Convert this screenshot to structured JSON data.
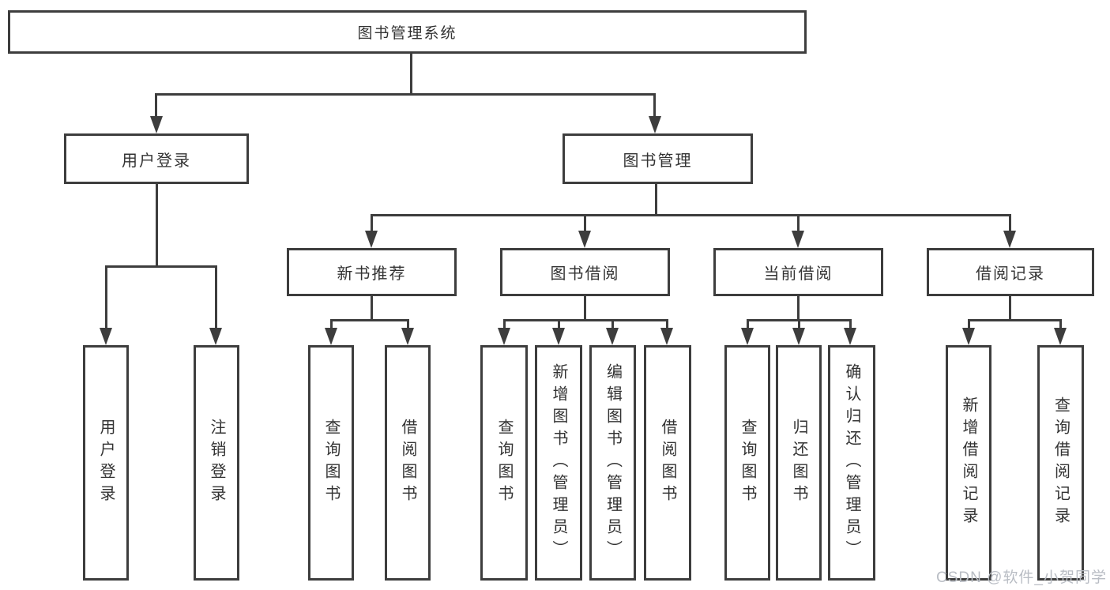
{
  "diagram": {
    "root": {
      "label": "图书管理系统"
    },
    "level2": [
      {
        "id": "user-login",
        "label": "用户登录"
      },
      {
        "id": "book-management",
        "label": "图书管理"
      }
    ],
    "level3": [
      {
        "id": "new-book-recommend",
        "parent": "图书管理",
        "label": "新书推荐"
      },
      {
        "id": "book-borrow",
        "parent": "图书管理",
        "label": "图书借阅"
      },
      {
        "id": "current-borrow",
        "parent": "图书管理",
        "label": "当前借阅"
      },
      {
        "id": "borrow-records",
        "parent": "图书管理",
        "label": "借阅记录"
      }
    ],
    "leaves": [
      {
        "parent": "用户登录",
        "label": "用户登录"
      },
      {
        "parent": "用户登录",
        "label": "注销登录"
      },
      {
        "parent": "新书推荐",
        "label": "查询图书"
      },
      {
        "parent": "新书推荐",
        "label": "借阅图书"
      },
      {
        "parent": "图书借阅",
        "label": "查询图书"
      },
      {
        "parent": "图书借阅",
        "label": "新增图书（管理员）"
      },
      {
        "parent": "图书借阅",
        "label": "编辑图书（管理员）"
      },
      {
        "parent": "图书借阅",
        "label": "借阅图书"
      },
      {
        "parent": "当前借阅",
        "label": "查询图书"
      },
      {
        "parent": "当前借阅",
        "label": "归还图书"
      },
      {
        "parent": "当前借阅",
        "label": "确认归还（管理员）"
      },
      {
        "parent": "借阅记录",
        "label": "新增借阅记录"
      },
      {
        "parent": "借阅记录",
        "label": "查询借阅记录"
      }
    ],
    "watermark": "CSDN @软件_小贺同学",
    "colors": {
      "line": "#3d3d3d",
      "text": "#333333",
      "background": "#ffffff",
      "watermark": "#b9bdc4"
    }
  }
}
